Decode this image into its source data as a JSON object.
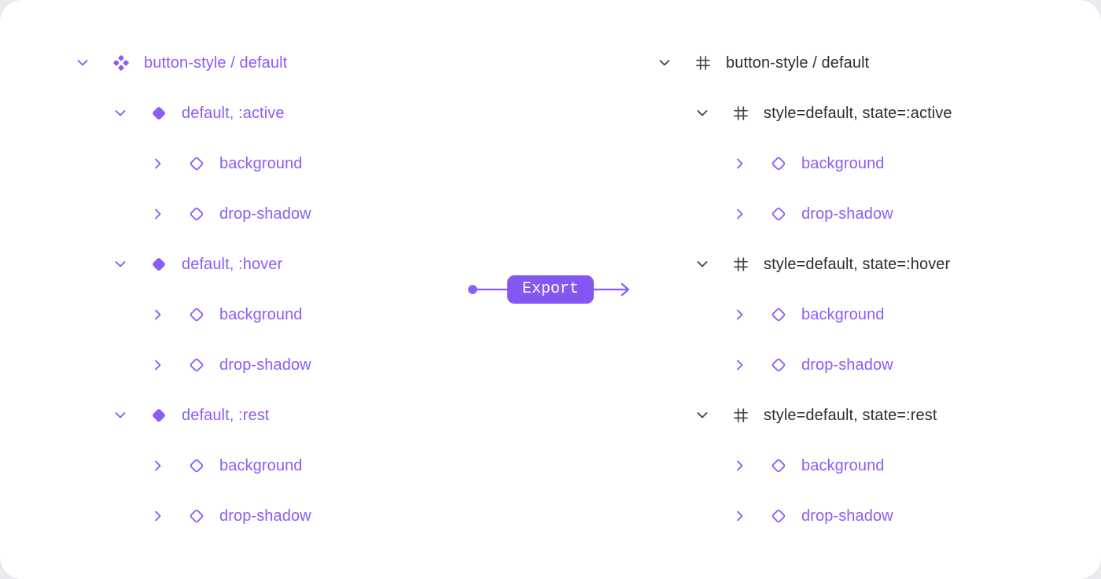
{
  "colors": {
    "accent": "#8b5cf6",
    "dark_text": "#2b2e33",
    "dark_icon": "#43474e",
    "card_bg": "#ffffff",
    "page_bg": "#e9ebee",
    "button_bg": "#8456f2",
    "button_text": "#ffffff"
  },
  "left_tree": {
    "items": [
      {
        "label": "button-style / default",
        "level": 0,
        "chevron": "down",
        "icon": "component",
        "tone": "accent"
      },
      {
        "label": "default, :active",
        "level": 1,
        "chevron": "down",
        "icon": "variant",
        "tone": "accent"
      },
      {
        "label": "background",
        "level": 2,
        "chevron": "right",
        "icon": "instance",
        "tone": "accent"
      },
      {
        "label": "drop-shadow",
        "level": 2,
        "chevron": "right",
        "icon": "instance",
        "tone": "accent"
      },
      {
        "label": "default, :hover",
        "level": 1,
        "chevron": "down",
        "icon": "variant",
        "tone": "accent"
      },
      {
        "label": "background",
        "level": 2,
        "chevron": "right",
        "icon": "instance",
        "tone": "accent"
      },
      {
        "label": "drop-shadow",
        "level": 2,
        "chevron": "right",
        "icon": "instance",
        "tone": "accent"
      },
      {
        "label": "default, :rest",
        "level": 1,
        "chevron": "down",
        "icon": "variant",
        "tone": "accent"
      },
      {
        "label": "background",
        "level": 2,
        "chevron": "right",
        "icon": "instance",
        "tone": "accent"
      },
      {
        "label": "drop-shadow",
        "level": 2,
        "chevron": "right",
        "icon": "instance",
        "tone": "accent"
      }
    ]
  },
  "right_tree": {
    "items": [
      {
        "label": "button-style / default",
        "level": 0,
        "chevron": "down",
        "icon": "frame",
        "tone": "dark"
      },
      {
        "label": "style=default, state=:active",
        "level": 1,
        "chevron": "down",
        "icon": "frame",
        "tone": "dark"
      },
      {
        "label": "background",
        "level": 2,
        "chevron": "right",
        "icon": "instance",
        "tone": "accent"
      },
      {
        "label": "drop-shadow",
        "level": 2,
        "chevron": "right",
        "icon": "instance",
        "tone": "accent"
      },
      {
        "label": "style=default, state=:hover",
        "level": 1,
        "chevron": "down",
        "icon": "frame",
        "tone": "dark"
      },
      {
        "label": "background",
        "level": 2,
        "chevron": "right",
        "icon": "instance",
        "tone": "accent"
      },
      {
        "label": "drop-shadow",
        "level": 2,
        "chevron": "right",
        "icon": "instance",
        "tone": "accent"
      },
      {
        "label": "style=default, state=:rest",
        "level": 1,
        "chevron": "down",
        "icon": "frame",
        "tone": "dark"
      },
      {
        "label": "background",
        "level": 2,
        "chevron": "right",
        "icon": "instance",
        "tone": "accent"
      },
      {
        "label": "drop-shadow",
        "level": 2,
        "chevron": "right",
        "icon": "instance",
        "tone": "accent"
      }
    ]
  },
  "connector": {
    "button_label": "Export"
  }
}
